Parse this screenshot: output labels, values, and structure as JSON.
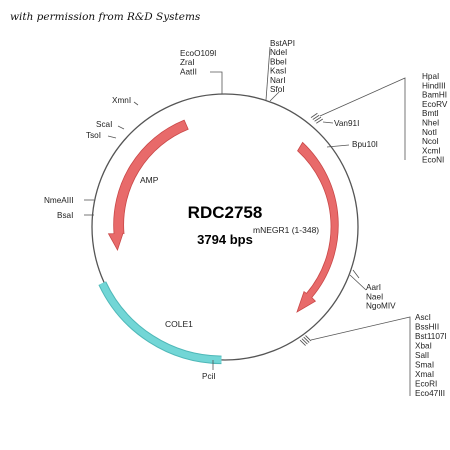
{
  "credit": "with permission from R&D Systems",
  "plasmid": {
    "name": "RDC2758",
    "size": "3794 bps"
  },
  "features": {
    "amp": "AMP",
    "insert": "mNEGR1 (1-348)",
    "ori": "COLE1"
  },
  "colors": {
    "arrow": "#e86a6a",
    "arrow_stroke": "#c94848",
    "ori": "#72d6d6",
    "ori_stroke": "#4fb8b8",
    "ring": "#555555"
  },
  "sites": {
    "top_left": [
      "EcoO109I",
      "ZraI",
      "AatII"
    ],
    "top_right": [
      "BstAPI",
      "NdeI",
      "BbeI",
      "KasI",
      "NarI",
      "SfoI"
    ],
    "mcs_upper": [
      "HpaI",
      "HindIII",
      "BamHI",
      "EcoRV",
      "BmtI",
      "NheI",
      "NotI",
      "NcoI",
      "XcmI",
      "EcoNI"
    ],
    "van91": "Van91I",
    "bpu10": "Bpu10I",
    "xmn": "XmnI",
    "sca": "ScaI",
    "tso": "TsoI",
    "nmeaiii": "NmeAIII",
    "bsa": "BsaI",
    "mid_right": [
      "AarI",
      "NaeI",
      "NgoMIV"
    ],
    "mcs_lower": [
      "AscI",
      "BssHII",
      "Bst1107I",
      "XbaI",
      "SalI",
      "SmaI",
      "XmaI",
      "EcoRI",
      "Eco47III"
    ],
    "pci": "PciI"
  }
}
